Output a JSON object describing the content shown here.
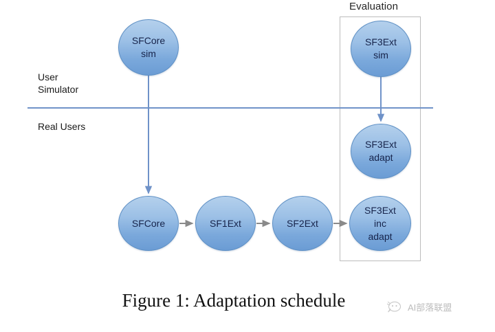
{
  "figure": {
    "caption": "Figure 1: Adaptation schedule",
    "group_box_label": "Evaluation",
    "zones": {
      "upper_label": "User\nSimulator",
      "lower_label": "Real Users"
    },
    "colors": {
      "node_fill_top": "#b4d0ec",
      "node_fill_bottom": "#6b9cd4",
      "node_border": "#5d8fc4",
      "node_text": "#16234a",
      "divider_line": "#6f92c8",
      "group_box_border": "#bcbcbc",
      "arrow": "#8a8a8a",
      "arrow_vertical": "#6f92c8",
      "background": "#ffffff"
    }
  },
  "nodes": [
    {
      "id": "sfcore-sim",
      "label": "SFCore\nsim"
    },
    {
      "id": "sf3ext-sim",
      "label": "SF3Ext\nsim"
    },
    {
      "id": "sf3ext-adapt",
      "label": "SF3Ext\nadapt"
    },
    {
      "id": "sfcore",
      "label": "SFCore"
    },
    {
      "id": "sf1ext",
      "label": "SF1Ext"
    },
    {
      "id": "sf2ext",
      "label": "SF2Ext"
    },
    {
      "id": "sf3ext-inc",
      "label": "SF3Ext\ninc\nadapt"
    }
  ],
  "edges": [
    {
      "from": "sfcore-sim",
      "to": "sfcore",
      "direction": "down"
    },
    {
      "from": "sf3ext-sim",
      "to": "sf3ext-adapt",
      "direction": "down"
    },
    {
      "from": "sfcore",
      "to": "sf1ext",
      "direction": "right"
    },
    {
      "from": "sf1ext",
      "to": "sf2ext",
      "direction": "right"
    },
    {
      "from": "sf2ext",
      "to": "sf3ext-inc",
      "direction": "right"
    }
  ],
  "watermark": {
    "text": "AI部落联盟",
    "icon": "speech-bubble-logo"
  }
}
